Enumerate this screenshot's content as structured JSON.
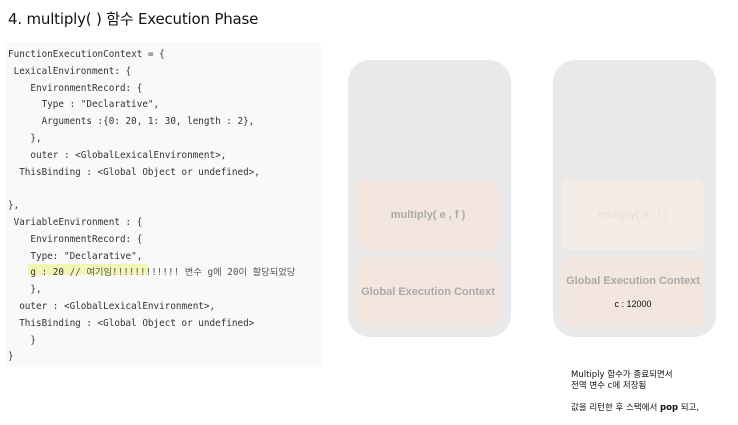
{
  "title": "4. multiply( ) 함수 Execution Phase",
  "code": {
    "lines": [
      "FunctionExecutionContext = {",
      " LexicalEnvironment: {",
      "    EnvironmentRecord: {",
      "      Type : \"Declarative\",",
      "      Arguments :{0: 20, 1: 30, length : 2},",
      "    },",
      "    outer : <GlobalLexicalEnvironment>,",
      "  ThisBinding : <Global Object or undefined>,",
      "",
      "},",
      " VariableEnvironment : {",
      "    EnvironmentRecord: {",
      "    Type: \"Declarative\",",
      "",
      "    },",
      "  outer : <GlobalLexicalEnvironment>,",
      "  ThisBinding : <Global Object or undefined>",
      "    }",
      "}"
    ],
    "highlight_code": "    g : 20 ",
    "highlight_comment": "// 여기임!!!!!!!!!!!! 변수 g에 20이 할당되었당"
  },
  "stack_left": {
    "top_frame": "multiply( e , f )",
    "bottom_frame": "Global Execution Context"
  },
  "stack_right": {
    "top_frame_faded": "multiply( e , f )",
    "bottom_frame": "Global Execution Context",
    "bottom_value": "c :  12000"
  },
  "note": {
    "line1": "Multiply 함수가 종료되면서",
    "line2_pre": "값을 리턴한 후 스택에서 ",
    "line2_bold": "pop",
    "line2_post": " 되고,",
    "line3": "전역 변수 c에 저장됨"
  }
}
